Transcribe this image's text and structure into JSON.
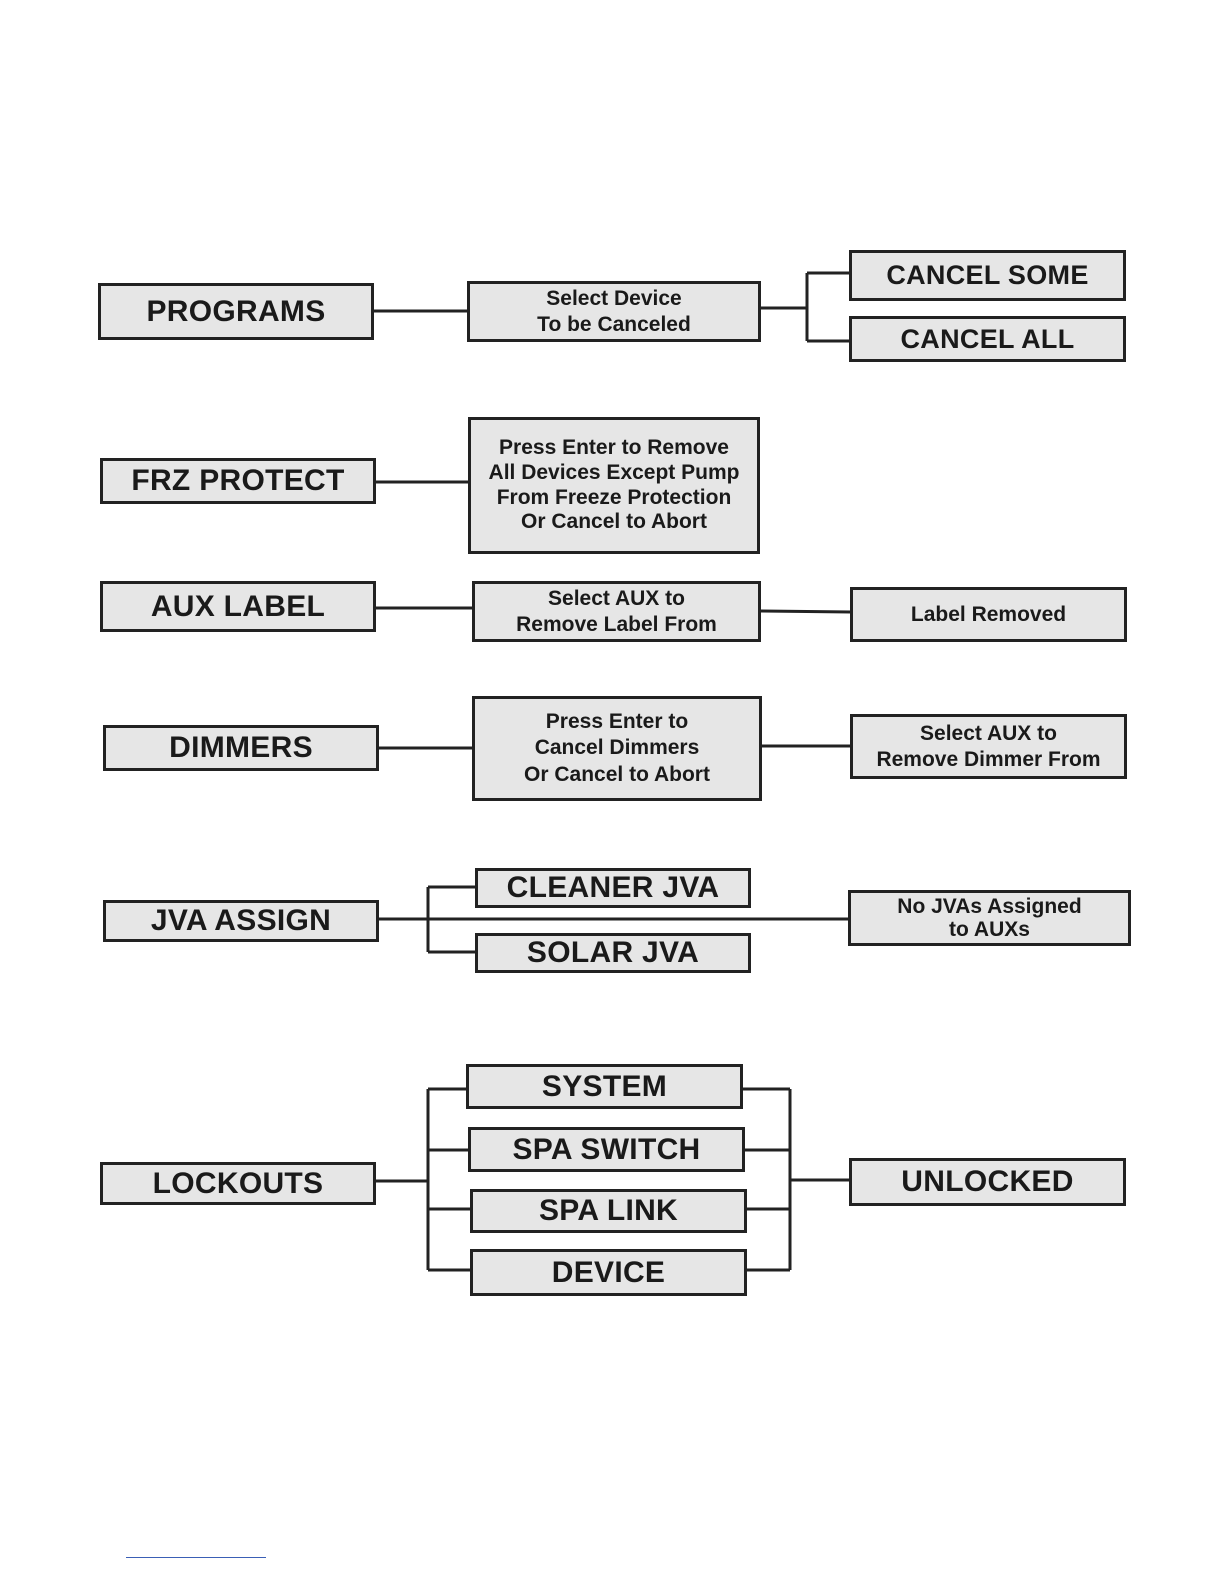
{
  "rows": {
    "programs": {
      "label": "PROGRAMS",
      "step": "Select Device\nTo be Canceled",
      "options": [
        "CANCEL SOME",
        "CANCEL ALL"
      ]
    },
    "frz_protect": {
      "label": "FRZ PROTECT",
      "step": "Press Enter to Remove\nAll Devices Except Pump\nFrom Freeze Protection\nOr Cancel to Abort"
    },
    "aux_label": {
      "label": "AUX LABEL",
      "step": "Select AUX to\nRemove Label From",
      "result": "Label Removed"
    },
    "dimmers": {
      "label": "DIMMERS",
      "step": "Press Enter to\nCancel Dimmers\nOr Cancel to Abort",
      "result": "Select AUX to\nRemove Dimmer From"
    },
    "jva_assign": {
      "label": "JVA ASSIGN",
      "options": [
        "CLEANER JVA",
        "SOLAR JVA"
      ],
      "result": "No JVAs Assigned\nto AUXs"
    },
    "lockouts": {
      "label": "LOCKOUTS",
      "options": [
        "SYSTEM",
        "SPA SWITCH",
        "SPA LINK",
        "DEVICE"
      ],
      "result": "UNLOCKED"
    }
  }
}
